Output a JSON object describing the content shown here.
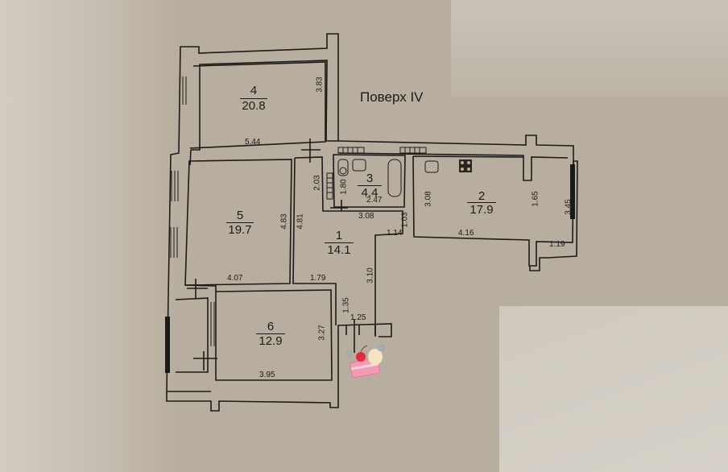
{
  "floor_plan": {
    "title": "Поверх IV",
    "rooms": [
      {
        "number": "1",
        "area": "14.1"
      },
      {
        "number": "2",
        "area": "17.9"
      },
      {
        "number": "3",
        "area": "4.4"
      },
      {
        "number": "4",
        "area": "20.8"
      },
      {
        "number": "5",
        "area": "19.7"
      },
      {
        "number": "6",
        "area": "12.9"
      }
    ],
    "dimensions": {
      "r4_width": "5.44",
      "r4_height": "3.83",
      "r5_width": "4.07",
      "r5_height": "4.83",
      "r1_height": "4.81",
      "r1_bottom": "1.79",
      "r1_right": "3.10",
      "r1_entry_depth": "1.35",
      "r1_entry_width": "1.25",
      "r1_niche_width": "1.14",
      "r1_niche_depth": "1.03",
      "hall_top_depth": "2.03",
      "r3_width_inner": "2.47",
      "r3_width": "3.08",
      "r3_height": "1.80",
      "r2_height": "3.08",
      "r2_width": "4.16",
      "r2_alcove": "1.65",
      "r2_right_height": "3.45",
      "r2_alcove_width": "1.19",
      "r6_width": "3.95",
      "r6_height": "3.27"
    },
    "colors": {
      "paper": "#b8ae9f",
      "ink": "#1d1b19",
      "window_dark": "#1a1a1a"
    },
    "sticker": "cake-slice-sticker"
  }
}
